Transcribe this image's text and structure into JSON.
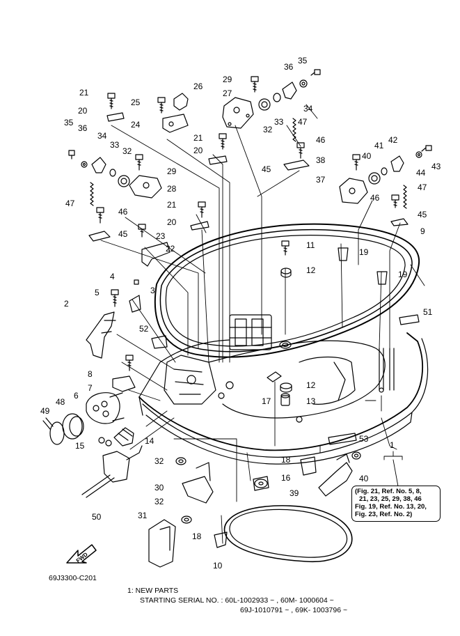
{
  "callouts": [
    {
      "id": "c35a",
      "text": "35"
    },
    {
      "id": "c36a",
      "text": "36"
    },
    {
      "id": "c29a",
      "text": "29"
    },
    {
      "id": "c26",
      "text": "26"
    },
    {
      "id": "c21a",
      "text": "21"
    },
    {
      "id": "c25",
      "text": "25"
    },
    {
      "id": "c27",
      "text": "27"
    },
    {
      "id": "c34a",
      "text": "34"
    },
    {
      "id": "c20a",
      "text": "20"
    },
    {
      "id": "c32a",
      "text": "32"
    },
    {
      "id": "c33a",
      "text": "33"
    },
    {
      "id": "c47a",
      "text": "47"
    },
    {
      "id": "c24",
      "text": "24"
    },
    {
      "id": "c35b",
      "text": "35"
    },
    {
      "id": "c36b",
      "text": "36"
    },
    {
      "id": "c34b",
      "text": "34"
    },
    {
      "id": "c21b",
      "text": "21"
    },
    {
      "id": "c46a",
      "text": "46"
    },
    {
      "id": "c42",
      "text": "42"
    },
    {
      "id": "c33b",
      "text": "33"
    },
    {
      "id": "c32b",
      "text": "32"
    },
    {
      "id": "c20b",
      "text": "20"
    },
    {
      "id": "c40a",
      "text": "40"
    },
    {
      "id": "c41",
      "text": "41"
    },
    {
      "id": "c38",
      "text": "38"
    },
    {
      "id": "c44",
      "text": "44"
    },
    {
      "id": "c43",
      "text": "43"
    },
    {
      "id": "c29b",
      "text": "29"
    },
    {
      "id": "c45a",
      "text": "45"
    },
    {
      "id": "c37",
      "text": "37"
    },
    {
      "id": "c47b",
      "text": "47"
    },
    {
      "id": "c28",
      "text": "28"
    },
    {
      "id": "c47c",
      "text": "47"
    },
    {
      "id": "c21c",
      "text": "21"
    },
    {
      "id": "c46b",
      "text": "46"
    },
    {
      "id": "c46c",
      "text": "46"
    },
    {
      "id": "c45b",
      "text": "45"
    },
    {
      "id": "c20c",
      "text": "20"
    },
    {
      "id": "c45c",
      "text": "45"
    },
    {
      "id": "c9",
      "text": "9"
    },
    {
      "id": "c23",
      "text": "23"
    },
    {
      "id": "c11",
      "text": "11"
    },
    {
      "id": "c22",
      "text": "22"
    },
    {
      "id": "c19a",
      "text": "19"
    },
    {
      "id": "c12a",
      "text": "12"
    },
    {
      "id": "c19b",
      "text": "19"
    },
    {
      "id": "c4",
      "text": "4"
    },
    {
      "id": "c5",
      "text": "5"
    },
    {
      "id": "c3",
      "text": "3"
    },
    {
      "id": "c2",
      "text": "2"
    },
    {
      "id": "c51",
      "text": "51"
    },
    {
      "id": "c52",
      "text": "52"
    },
    {
      "id": "c8",
      "text": "8"
    },
    {
      "id": "c7",
      "text": "7"
    },
    {
      "id": "c12b",
      "text": "12"
    },
    {
      "id": "c6",
      "text": "6"
    },
    {
      "id": "c17",
      "text": "17"
    },
    {
      "id": "c13",
      "text": "13"
    },
    {
      "id": "c48",
      "text": "48"
    },
    {
      "id": "c49",
      "text": "49"
    },
    {
      "id": "c14",
      "text": "14"
    },
    {
      "id": "c53",
      "text": "53"
    },
    {
      "id": "c15",
      "text": "15"
    },
    {
      "id": "c1",
      "text": "1"
    },
    {
      "id": "c18a",
      "text": "18"
    },
    {
      "id": "c32c",
      "text": "32"
    },
    {
      "id": "c16",
      "text": "16"
    },
    {
      "id": "c40b",
      "text": "40"
    },
    {
      "id": "c30",
      "text": "30"
    },
    {
      "id": "c39",
      "text": "39"
    },
    {
      "id": "c32d",
      "text": "32"
    },
    {
      "id": "c50",
      "text": "50"
    },
    {
      "id": "c31",
      "text": "31"
    },
    {
      "id": "c18b",
      "text": "18"
    },
    {
      "id": "c10",
      "text": "10"
    }
  ],
  "fwd_label": "FWD",
  "note": {
    "line1": "(Fig. 21, Ref. No. 5, 8,",
    "line2": "21, 23, 25, 29, 38, 46",
    "line3": "Fig. 19, Ref. No. 13, 20,",
    "line4": "Fig. 23, Ref. No. 2)"
  },
  "figure_code": "69J3300-C201",
  "footer": {
    "line1": "1:  NEW PARTS",
    "line2": "STARTING SERIAL NO. : 60L-1002933 ~ , 60M- 1000604 ~",
    "line3": "69J-1010791 ~ , 69K- 1003796 ~"
  }
}
